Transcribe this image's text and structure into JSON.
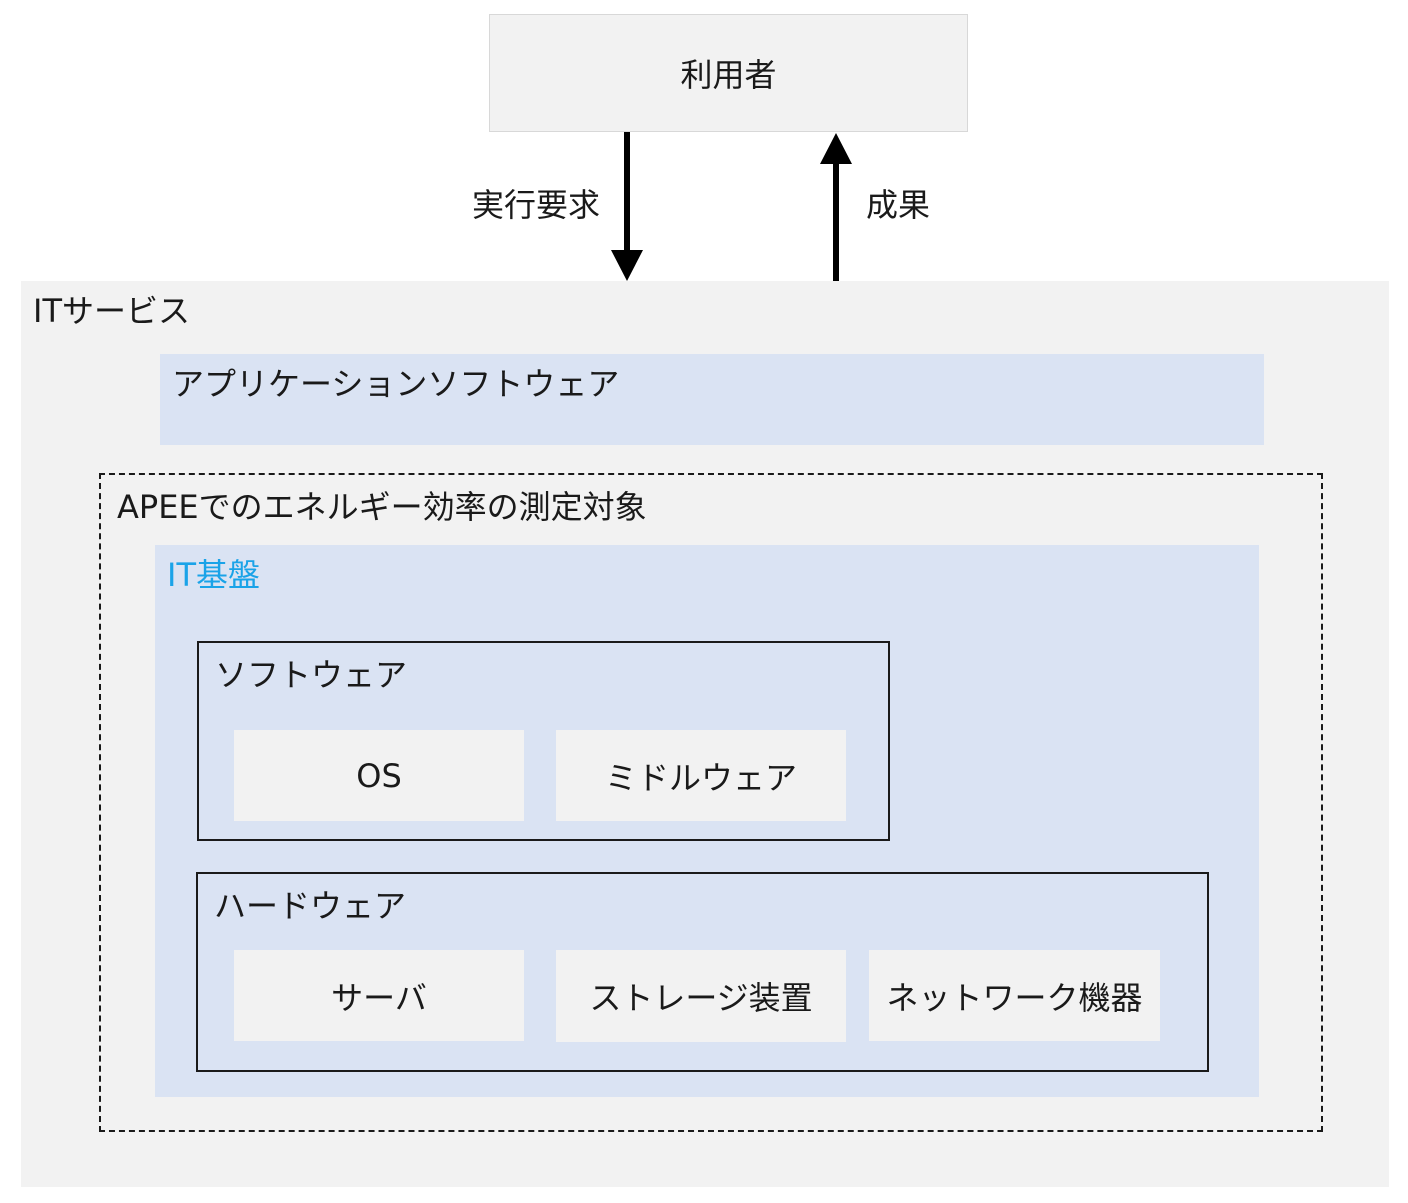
{
  "user": {
    "label": "利用者"
  },
  "arrows": {
    "request_label": "実行要求",
    "result_label": "成果"
  },
  "it_service": {
    "label": "ITサービス"
  },
  "application_software": {
    "label": "アプリケーションソフトウェア"
  },
  "measurement_scope": {
    "label": "APEEでのエネルギー効率の測定対象"
  },
  "it_infrastructure": {
    "label": "IT基盤",
    "label_color": "#1aa3e8"
  },
  "software": {
    "label": "ソフトウェア",
    "items": [
      {
        "label": "OS"
      },
      {
        "label": "ミドルウェア"
      }
    ]
  },
  "hardware": {
    "label": "ハードウェア",
    "items": [
      {
        "label": "サーバ"
      },
      {
        "label": "ストレージ装置"
      },
      {
        "label": "ネットワーク機器"
      }
    ]
  },
  "colors": {
    "gray_fill": "#f2f2f2",
    "blue_fill": "#dae3f3",
    "line": "#000000"
  }
}
